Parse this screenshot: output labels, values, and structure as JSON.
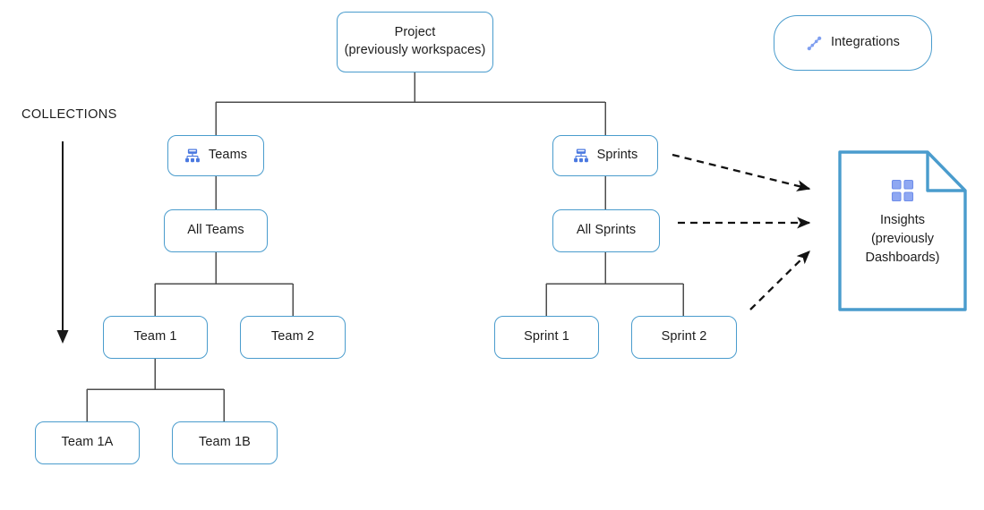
{
  "diagram": {
    "title_annotation": "COLLECTIONS",
    "colors": {
      "node_border": "#4a9ccd",
      "connector": "#4d4d4d",
      "arrow": "#121212",
      "icon_blue": "#4a78e0",
      "icon_periwinkle": "#7f9ff0",
      "text": "#1d1d1d",
      "background": "#ffffff"
    },
    "nodes": {
      "project": {
        "label": "Project\n(previously workspaces)",
        "shape": "rounded-rect"
      },
      "integrations": {
        "label": "Integrations",
        "icon": "link-chain-icon",
        "shape": "pill"
      },
      "teams": {
        "label": "Teams",
        "icon": "hierarchy-icon",
        "shape": "rounded-rect"
      },
      "sprints": {
        "label": "Sprints",
        "icon": "hierarchy-icon",
        "shape": "rounded-rect"
      },
      "all_teams": {
        "label": "All Teams",
        "shape": "rounded-rect"
      },
      "all_sprints": {
        "label": "All Sprints",
        "shape": "rounded-rect"
      },
      "team_1": {
        "label": "Team 1",
        "shape": "rounded-rect"
      },
      "team_2": {
        "label": "Team 2",
        "shape": "rounded-rect"
      },
      "sprint_1": {
        "label": "Sprint 1",
        "shape": "rounded-rect"
      },
      "sprint_2": {
        "label": "Sprint 2",
        "shape": "rounded-rect"
      },
      "team_1a": {
        "label": "Team 1A",
        "shape": "rounded-rect"
      },
      "team_1b": {
        "label": "Team 1B",
        "shape": "rounded-rect"
      },
      "insights": {
        "label": "Insights\n(previously\nDashboards)",
        "icon": "grid-2x2-icon",
        "shape": "document"
      }
    },
    "edges": [
      {
        "from": "project",
        "to": "teams",
        "style": "solid"
      },
      {
        "from": "project",
        "to": "sprints",
        "style": "solid"
      },
      {
        "from": "teams",
        "to": "all_teams",
        "style": "solid"
      },
      {
        "from": "all_teams",
        "to": "team_1",
        "style": "solid"
      },
      {
        "from": "all_teams",
        "to": "team_2",
        "style": "solid"
      },
      {
        "from": "team_1",
        "to": "team_1a",
        "style": "solid"
      },
      {
        "from": "team_1",
        "to": "team_1b",
        "style": "solid"
      },
      {
        "from": "sprints",
        "to": "all_sprints",
        "style": "solid"
      },
      {
        "from": "all_sprints",
        "to": "sprint_1",
        "style": "solid"
      },
      {
        "from": "all_sprints",
        "to": "sprint_2",
        "style": "solid"
      },
      {
        "from": "sprints",
        "to": "insights",
        "style": "dashed-arrow"
      },
      {
        "from": "all_sprints",
        "to": "insights",
        "style": "dashed-arrow"
      },
      {
        "from": "sprint_2",
        "to": "insights",
        "style": "dashed-arrow"
      }
    ]
  }
}
